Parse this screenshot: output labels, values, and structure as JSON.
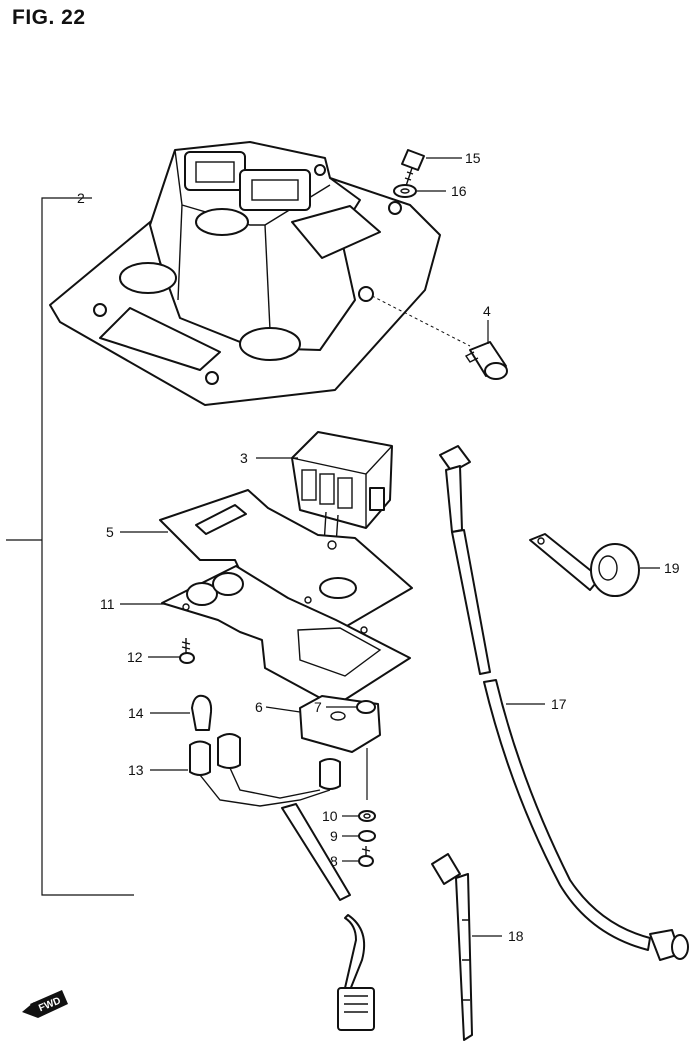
{
  "figure": {
    "title": "FIG. 22"
  },
  "callouts": {
    "c2": "2",
    "c3": "3",
    "c4": "4",
    "c5": "5",
    "c6": "6",
    "c7": "7",
    "c8": "8",
    "c9": "9",
    "c10": "10",
    "c11": "11",
    "c12": "12",
    "c13": "13",
    "c14": "14",
    "c15": "15",
    "c16": "16",
    "c17": "17",
    "c18": "18",
    "c19": "19"
  },
  "direction_badge": {
    "label": "FWD"
  }
}
